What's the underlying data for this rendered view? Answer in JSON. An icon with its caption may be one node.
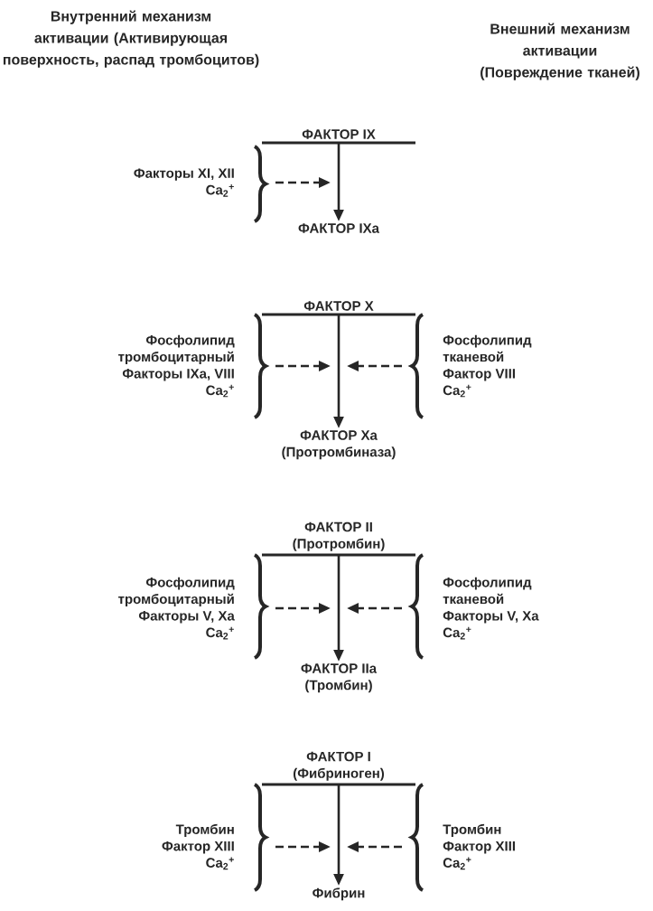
{
  "diagram": {
    "nodes": [
      {
        "text": [
          "ФАКТОР IX"
        ]
      },
      {
        "text": [
          "Факторы XI, XII",
          "Ca$_{2}$$^{+}$"
        ]
      },
      {
        "text": [
          "ФАКТОР IXa"
        ]
      },
      {
        "text": [
          "ФАКТОР X"
        ]
      },
      {
        "text": [
          "Фосфолипид",
          "тромбоцитарный",
          "Факторы IXa, VIII",
          "Ca$_{2}$$^{+}$"
        ]
      },
      {
        "text": [
          "Фосфолипид",
          "тканевой",
          "Фактор VIII",
          "Ca$_{2}$$^{+}$"
        ]
      },
      {
        "text": [
          "ФАКТОР Xa",
          "(Протромбиназа)"
        ]
      },
      {
        "text": [
          "ФАКТОР II",
          "(Протромбин)"
        ]
      },
      {
        "text": [
          "Фосфолипид",
          "тромбоцитарный",
          "Факторы V, Xa",
          "Ca$_{2}$$^{+}$"
        ]
      },
      {
        "text": [
          "Фосфолипид",
          "тканевой",
          "Факторы V, Xa",
          "Ca$_{2}$$^{+}$"
        ]
      },
      {
        "text": [
          "ФАКТОР IIa",
          "(Тромбин)"
        ]
      },
      {
        "text": [
          "ФАКТОР I",
          "(Фибриноген)"
        ]
      },
      {
        "text": [
          "Тромбин",
          "Фактор XIII",
          "Ca$_{2}$$^{+}$"
        ]
      },
      {
        "text": [
          "Тромбин",
          "Фактор XIII",
          "Ca$_{2}$$^{+}$"
        ]
      },
      {
        "text": [
          "Фибрин"
        ]
      }
    ],
    "edges": [
      {
        "from": 0,
        "to": 2,
        "arrow": "to"
      },
      {
        "from": 1,
        "to": null,
        "arrow": "to",
        "style": "dashed"
      },
      {
        "from": 3,
        "to": 6,
        "arrow": "to"
      },
      {
        "from": 4,
        "to": null,
        "arrow": "to",
        "style": "dashed"
      },
      {
        "from": 5,
        "to": null,
        "arrow": "to",
        "style": "dashed"
      },
      {
        "from": 7,
        "to": 10,
        "arrow": "to"
      },
      {
        "from": 8,
        "to": null,
        "arrow": "to",
        "style": "dashed"
      },
      {
        "from": 9,
        "to": null,
        "arrow": "to",
        "style": "dashed"
      },
      {
        "from": 11,
        "to": 14,
        "arrow": "to"
      },
      {
        "from": 12,
        "to": null,
        "arrow": "to",
        "style": "dashed"
      },
      {
        "from": 13,
        "to": null,
        "arrow": "to",
        "style": "dashed"
      }
    ],
    "labels": [
      "Внутренний механизм активации (Активирующая поверхность, распад тромбоцитов)",
      "Внешний механизм активации (Повреждение тканей)"
    ]
  }
}
